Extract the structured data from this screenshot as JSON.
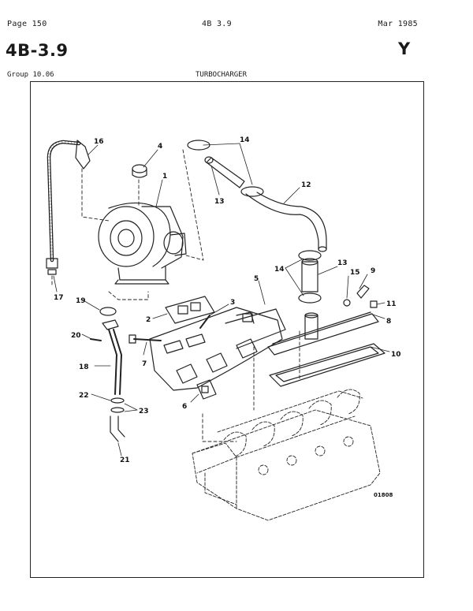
{
  "header": {
    "page": "Page 150",
    "section_code": "4B 3.9",
    "date": "Mar 1985"
  },
  "section_number": "4B-3.9",
  "model_letter": "Y",
  "group": "Group 10.06",
  "title": "TURBOCHARGER",
  "figure": {
    "callouts": [
      "1",
      "2",
      "3",
      "4",
      "5",
      "6",
      "7",
      "8",
      "9",
      "10",
      "11",
      "12",
      "13",
      "13",
      "14",
      "14",
      "15",
      "16",
      "17",
      "18",
      "19",
      "20",
      "21",
      "22",
      "23",
      "23"
    ],
    "figure_code": "01808"
  }
}
